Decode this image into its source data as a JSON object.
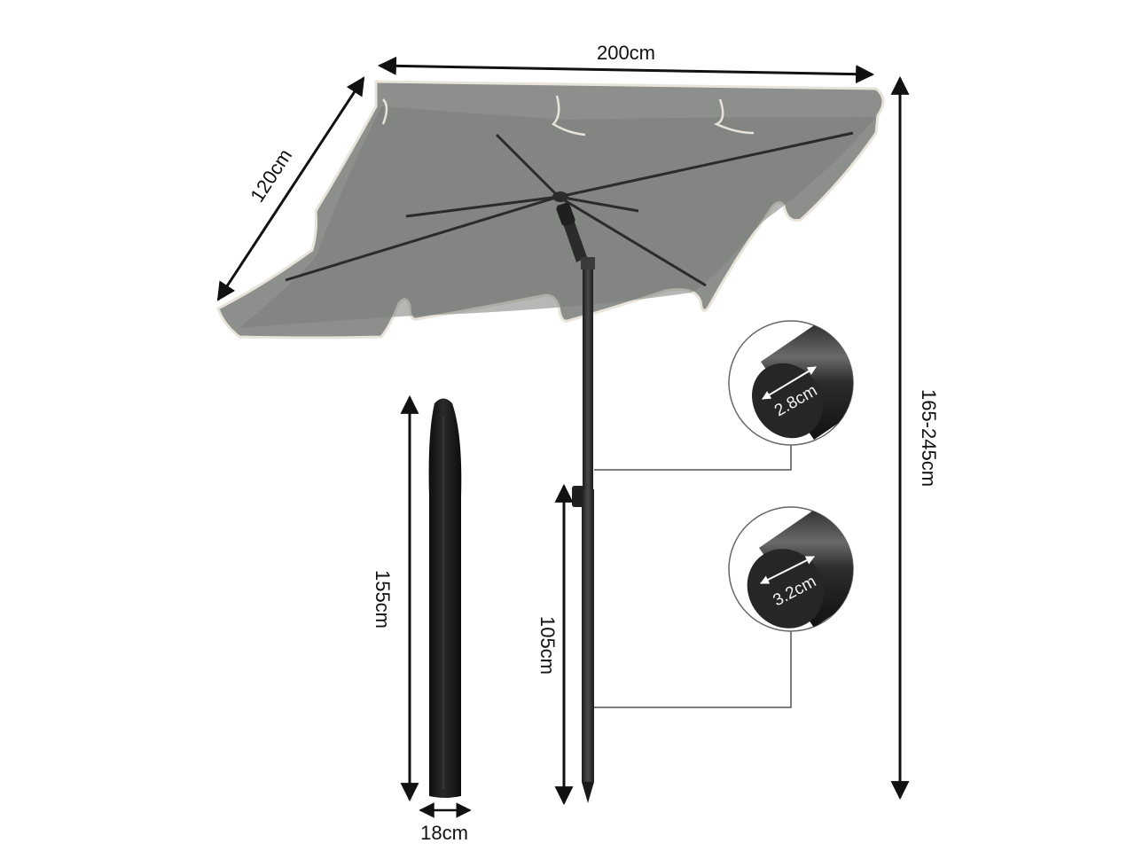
{
  "dimensions": {
    "canopy_width": "200cm",
    "canopy_depth": "120cm",
    "total_height": "165-245cm",
    "cover_height": "155cm",
    "cover_width": "18cm",
    "lower_pole_length": "105cm",
    "upper_pole_diameter": "2.8cm",
    "lower_pole_diameter": "3.2cm"
  },
  "colors": {
    "canopy": "#8d8f8c",
    "canopy_shadow": "#7b7d7a",
    "piping": "#e8e4da",
    "pole": "#2b2b2b",
    "cover": "#161616",
    "arrow": "#111111"
  }
}
